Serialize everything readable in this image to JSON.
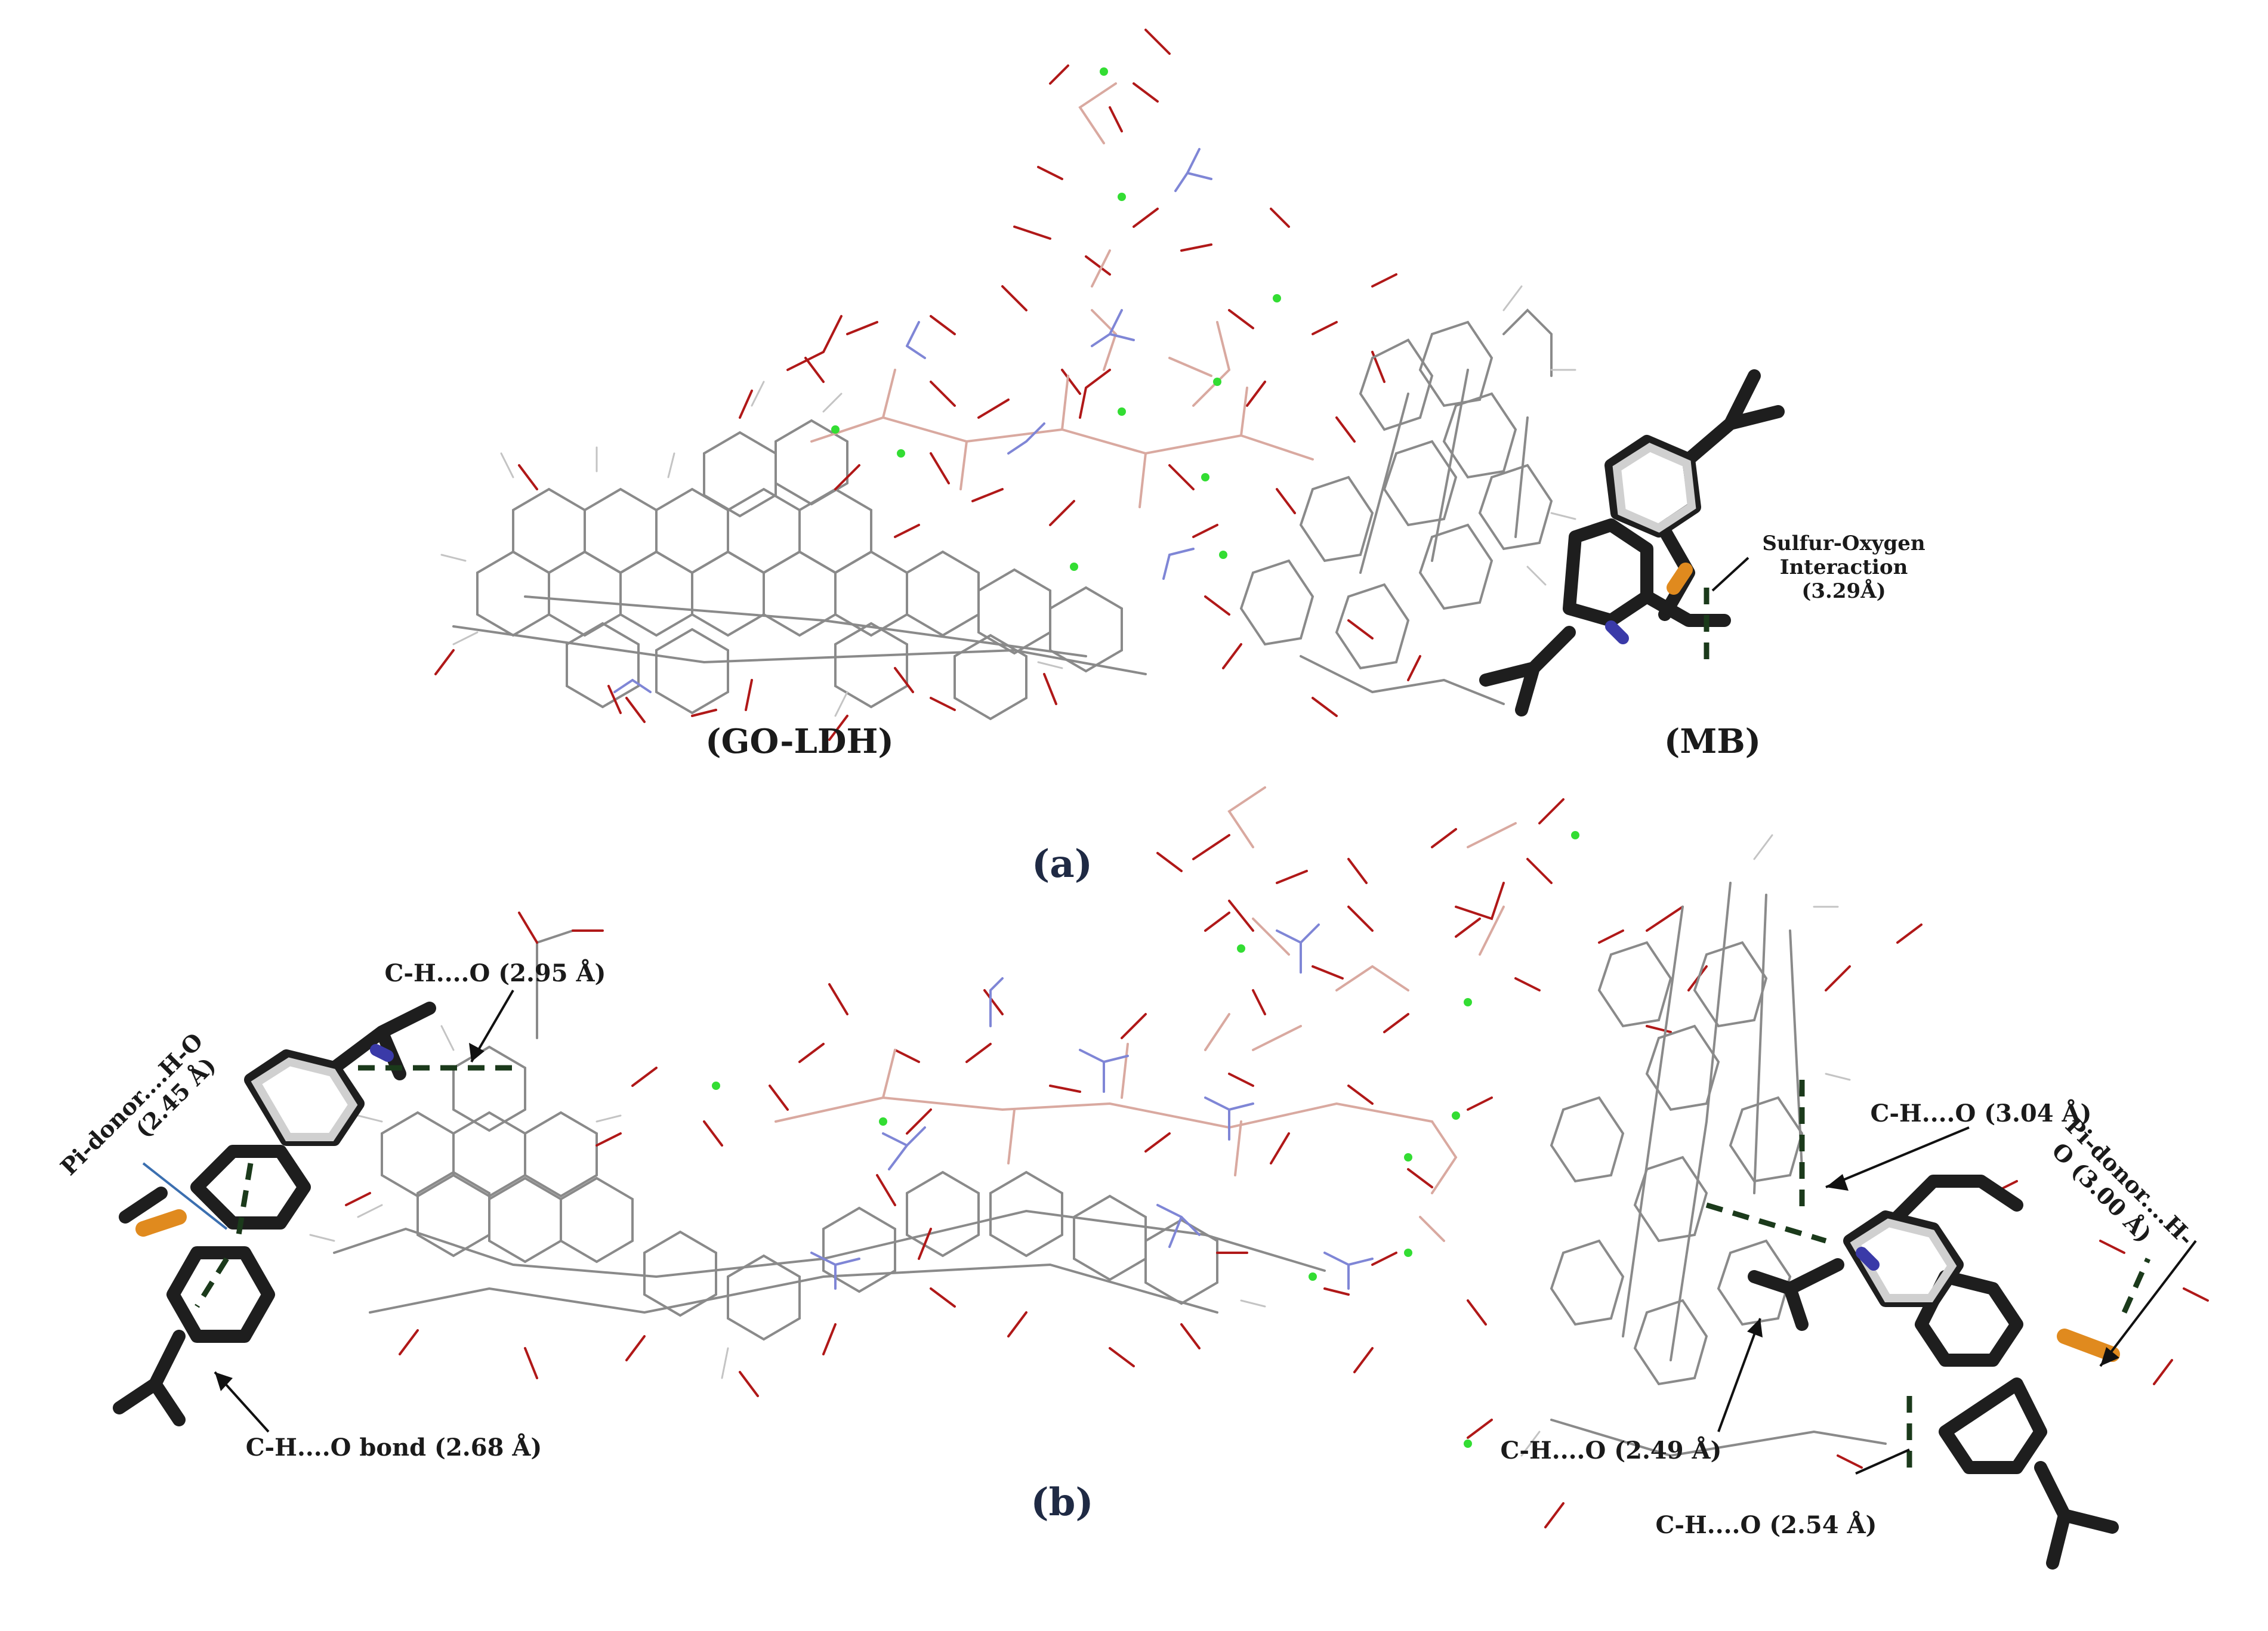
{
  "labels": {
    "go_ldh": "(GO-LDH)",
    "mb": "(MB)",
    "panel_a": "(a)",
    "panel_b": "(b)",
    "sulfur_line1": "Sulfur-Oxygen",
    "sulfur_line2": "Interaction",
    "sulfur_line3": "(3.29Å)",
    "ch_o_295": "C-H....O (2.95 Å)",
    "pi_donor_left_line1": "Pi-donor....H-O",
    "pi_donor_left_line2": "(2.45 Å)",
    "ch_o_bond_268": "C-H....O bond (2.68 Å)",
    "ch_o_304": "C-H....O (3.04 Å)",
    "pi_donor_right_line1": "Pi-donor....H-",
    "pi_donor_right_line2": "O (3.00 Å)",
    "ch_o_249": "C-H....O (2.49 Å)",
    "ch_o_254": "C-H....O (2.54 Å)"
  },
  "colors": {
    "carbon": "#8a8a8a",
    "oxygen": "#b01818",
    "nitrogen": "#7f86d6",
    "metal": "#d9a9a0",
    "chloride": "#33dd33",
    "sulfur": "#e08a1e",
    "mb_carbon": "#1e1e1e",
    "interaction": "#1b3a1b"
  }
}
